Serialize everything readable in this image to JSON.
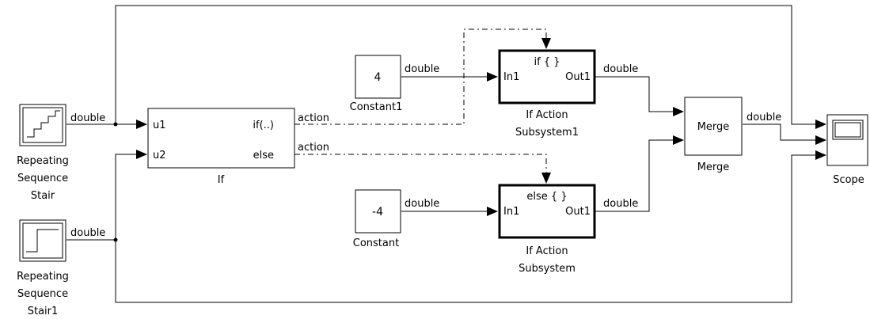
{
  "blocks": {
    "stair": {
      "name": "Repeating\nSequence\nStair",
      "line1": "Repeating",
      "line2": "Sequence",
      "line3": "Stair"
    },
    "stair1": {
      "line1": "Repeating",
      "line2": "Sequence",
      "line3": "Stair1"
    },
    "if_block": {
      "name": "If",
      "port_u1": "u1",
      "port_u2": "u2",
      "port_if": "if(..)",
      "port_else": "else"
    },
    "constant1": {
      "value": "4",
      "name": "Constant1"
    },
    "constant": {
      "value": "-4",
      "name": "Constant"
    },
    "subsystem1": {
      "header": "if { }",
      "in": "In1",
      "out": "Out1",
      "line1": "If Action",
      "line2": "Subsystem1"
    },
    "subsystem": {
      "header": "else { }",
      "in": "In1",
      "out": "Out1",
      "line1": "If Action",
      "line2": "Subsystem"
    },
    "merge": {
      "label": "Merge",
      "name": "Merge"
    },
    "scope": {
      "name": "Scope"
    }
  },
  "signals": {
    "stair_out": "double",
    "stair1_out": "double",
    "if_action": "action",
    "else_action": "action",
    "const1_out": "double",
    "const_out": "double",
    "sub1_out": "double",
    "sub_out": "double",
    "merge_out": "double"
  }
}
